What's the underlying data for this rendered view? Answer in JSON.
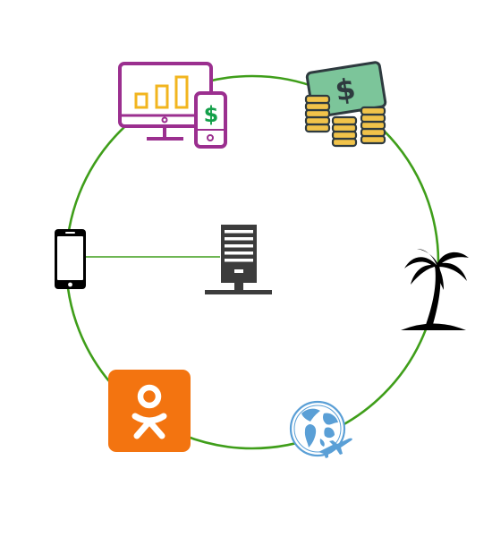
{
  "diagram": {
    "ring_color": "#3f9e1a",
    "link_color": "#3f9e1a",
    "nodes": [
      {
        "id": "analytics",
        "icon": "monitor-phone-analytics-icon",
        "color": "#9b2f8f",
        "accent": "#f2b51f",
        "currency_color": "#14a04a"
      },
      {
        "id": "money",
        "icon": "cash-coins-icon",
        "color": "#7cc59a",
        "coin_color": "#f1c34a",
        "outline": "#2e3a3f"
      },
      {
        "id": "island",
        "icon": "palm-island-icon",
        "color": "#000000"
      },
      {
        "id": "travel",
        "icon": "globe-plane-icon",
        "color": "#5a9fd6"
      },
      {
        "id": "social",
        "icon": "odnoklassniki-logo-icon",
        "color": "#f37410",
        "glyph_color": "#ffffff"
      },
      {
        "id": "mobile",
        "icon": "smartphone-icon",
        "color": "#000000"
      },
      {
        "id": "server",
        "icon": "server-tower-icon",
        "color": "#3c3c3c"
      }
    ]
  }
}
